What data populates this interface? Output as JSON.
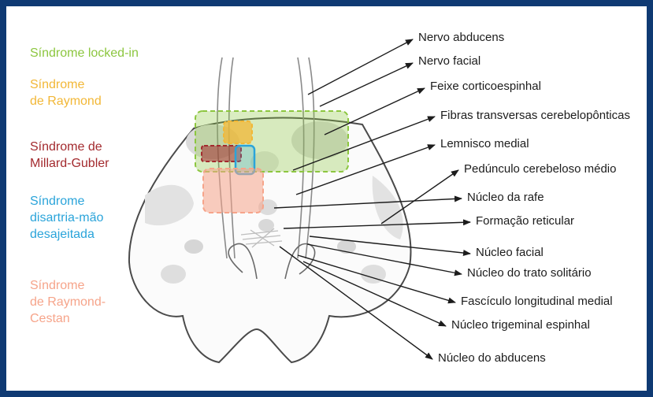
{
  "legend": [
    {
      "text": "Síndrome locked-in",
      "color": "#8cc63f"
    },
    {
      "text": "Síndrome\nde Raymond",
      "color": "#f2b736"
    },
    {
      "text": "Síndrome de\nMillard-Gubler",
      "color": "#a32a2e"
    },
    {
      "text": "Síndrome\ndisartria-mão\ndesajeitada",
      "color": "#2aa4da"
    },
    {
      "text": "Síndrome\nde Raymond-\nCestan",
      "color": "#f6a48a"
    }
  ],
  "labels": [
    "Nervo abducens",
    "Nervo facial",
    "Feixe corticoespinhal",
    "Fibras transversas cerebelopônticas",
    "Lemnisco medial",
    "Pedúnculo cerebeloso médio",
    "Núcleo da rafe",
    "Formação reticular",
    "Núcleo facial",
    "Núcleo do trato solitário",
    "Fascículo longitudinal medial",
    "Núcleo trigeminal espinhal",
    "Núcleo do abducens"
  ],
  "colors": {
    "frame": "#0f3a73",
    "locked_in": "#8cc63f",
    "raymond": "#f2b736",
    "millard_gubler": "#a32a2e",
    "disartria": "#2aa4da",
    "raymond_cestan": "#f6a48a"
  }
}
